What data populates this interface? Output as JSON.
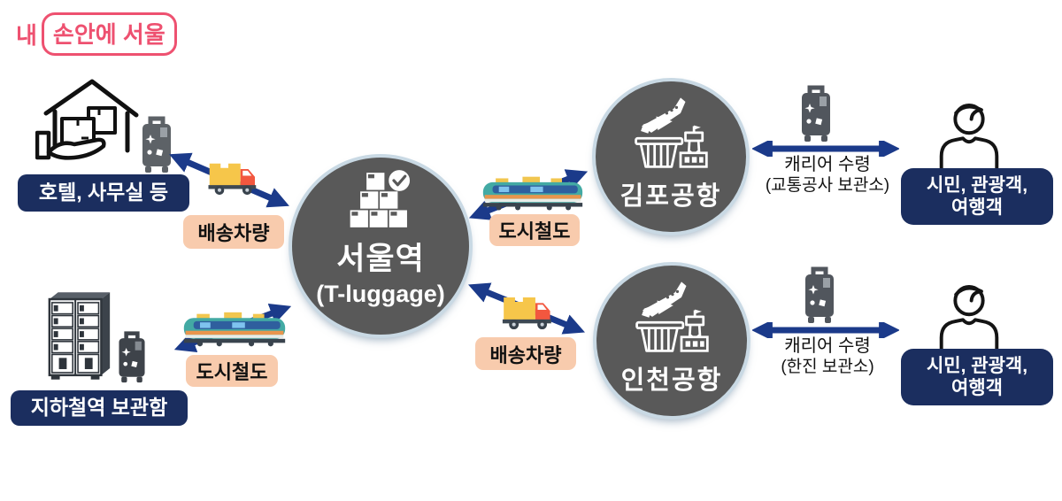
{
  "logo": {
    "prefix": "내",
    "boxed": "손안에 서울"
  },
  "hub": {
    "name": "서울역",
    "subtitle": "(T-luggage)"
  },
  "origins": {
    "hotel": {
      "label": "호텔, 사무실 등"
    },
    "subway_locker": {
      "label": "지하철역 보관함"
    }
  },
  "airports": {
    "gimpo": {
      "name": "김포공항"
    },
    "incheon": {
      "name": "인천공항"
    }
  },
  "links": {
    "hotel_to_hub": {
      "label": "배송차량",
      "mode": "truck"
    },
    "locker_to_hub": {
      "label": "도시철도",
      "mode": "train"
    },
    "hub_to_gimpo": {
      "label": "도시철도",
      "mode": "train"
    },
    "hub_to_incheon": {
      "label": "배송차량",
      "mode": "truck"
    },
    "gimpo_pickup": {
      "line1": "캐리어 수령",
      "line2": "(교통공사 보관소)"
    },
    "incheon_pickup": {
      "line1": "캐리어 수령",
      "line2": "(한진 보관소)"
    }
  },
  "passengers": {
    "gimpo": {
      "line1": "시민, 관광객,",
      "line2": "여행객"
    },
    "incheon": {
      "line1": "시민, 관광객,",
      "line2": "여행객"
    }
  },
  "colors": {
    "navy_box": "#1b2e5f",
    "arrow_blue": "#1b3a8a",
    "tan_box": "#f8cbad",
    "circle_gray": "#595959",
    "circle_ring": "#c9d9e4",
    "logo_pink": "#ee5170",
    "truck_yellow": "#f6c64a",
    "truck_red": "#f2573f",
    "train_teal": "#43aaa4",
    "train_orange": "#e8954d"
  }
}
